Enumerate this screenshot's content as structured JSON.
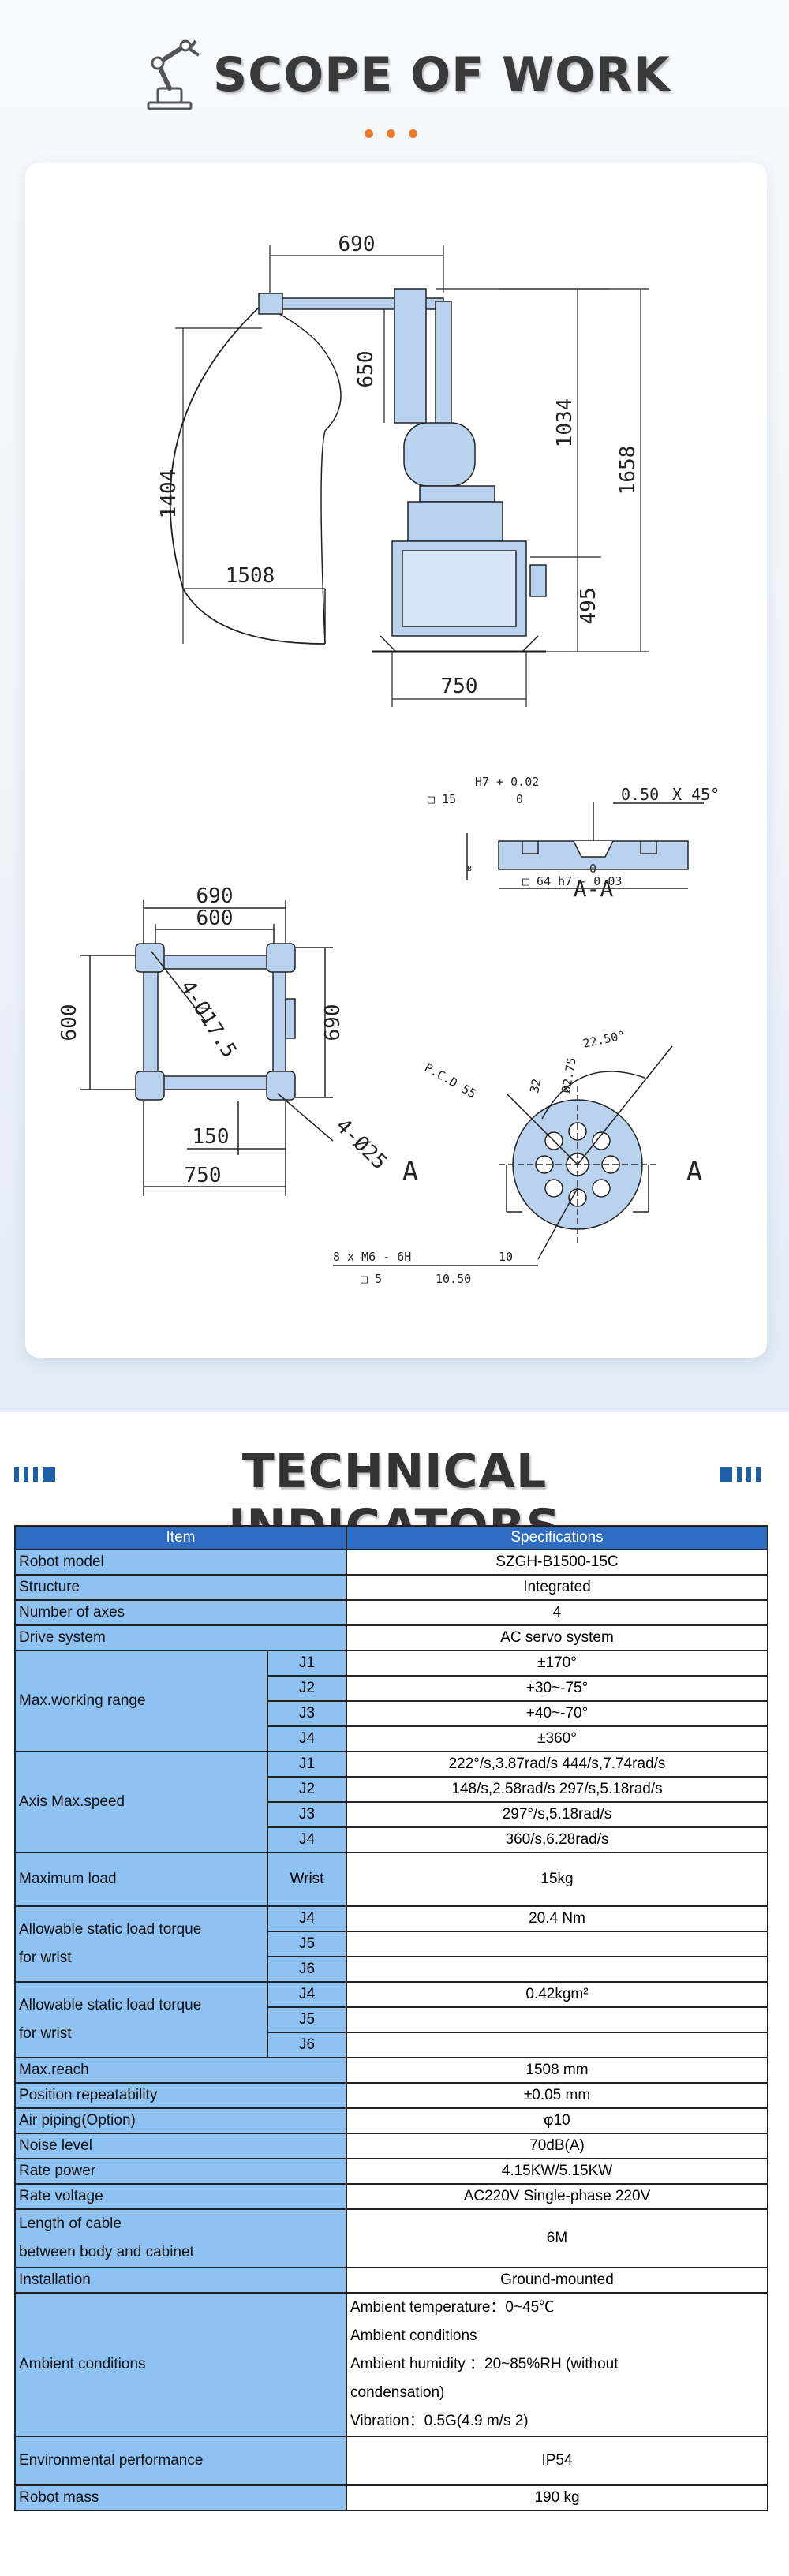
{
  "scope": {
    "title": "SCOPE OF WORK",
    "drawing": {
      "dims": {
        "reach_690": "690",
        "d650": "650",
        "d1034": "1034",
        "d1658": "1658",
        "d1404": "1404",
        "d1508": "1508",
        "d495": "495",
        "d750": "750",
        "top690": "690",
        "top600": "600",
        "side600": "600",
        "side690": "690",
        "hole175": "4-Ø17.5",
        "bot150": "150",
        "bot750": "750",
        "hole25": "4-Ø25",
        "sectionA_left": "A",
        "sectionA_right": "A",
        "h7": "H7  + 0.02",
        "sq15": "□  15",
        "zero1": "0",
        "c050": "0.50",
        "x45": "X  45°",
        "zero2": "0",
        "sq64": "□  64  h7  - 0.03",
        "section_label": "A-A",
        "angle": "22.50°",
        "pcd": "P.C.D  55",
        "r32": "32",
        "phi275": "Ø2.75",
        "m6": "8  x  M6 - 6H",
        "depth10": "10",
        "sq5": "□  5",
        "depth1050": "10.50",
        "b_mark": "B"
      }
    }
  },
  "tech": {
    "title": "TECHNICAL INDICATORS",
    "header": [
      "Item",
      "Specifications"
    ],
    "rows": {
      "model": [
        "Robot model",
        "SZGH-B1500-15C"
      ],
      "structure": [
        "Structure",
        "Integrated"
      ],
      "axes": [
        "Number of axes",
        "4"
      ],
      "drive": [
        "Drive system",
        "AC servo system"
      ],
      "range_label": "Max.working range",
      "range": [
        [
          "J1",
          "±170°"
        ],
        [
          "J2",
          "+30~-75°"
        ],
        [
          "J3",
          "+40~-70°"
        ],
        [
          "J4",
          "±360°"
        ]
      ],
      "speed_label": "Axis Max.speed",
      "speed": [
        [
          "J1",
          "222°/s,3.87rad/s 444/s,7.74rad/s"
        ],
        [
          "J2",
          "148/s,2.58rad/s 297/s,5.18rad/s"
        ],
        [
          "J3",
          "297°/s,5.18rad/s"
        ],
        [
          "J4",
          "360/s,6.28rad/s"
        ]
      ],
      "load": [
        "Maximum load",
        "Wrist",
        "15kg"
      ],
      "torque_label_1": "Allowable static load torque",
      "torque_label_2": "for wrist",
      "torque": [
        [
          "J4",
          "20.4 Nm"
        ],
        [
          "J5",
          ""
        ],
        [
          "J6",
          ""
        ]
      ],
      "inertia_label_1": "Allowable static load torque",
      "inertia_label_2": "for wrist",
      "inertia": [
        [
          "J4",
          "0.42kgm²"
        ],
        [
          "J5",
          ""
        ],
        [
          "J6",
          ""
        ]
      ],
      "reach": [
        "Max.reach",
        "1508 mm"
      ],
      "repeat": [
        "Position repeatability",
        "±0.05 mm"
      ],
      "air": [
        "Air piping(Option)",
        "φ10"
      ],
      "noise": [
        "Noise level",
        "70dB(A)"
      ],
      "power": [
        "Rate power",
        "4.15KW/5.15KW"
      ],
      "voltage": [
        "Rate voltage",
        "AC220V Single-phase 220V"
      ],
      "cable_label_1": "Length of cable",
      "cable_label_2": "between body and cabinet",
      "cable_value": "6M",
      "install": [
        "Installation",
        "Ground-mounted"
      ],
      "ambient_label": "Ambient conditions",
      "ambient": [
        "Ambient temperature：0~45℃",
        "Ambient conditions",
        "Ambient humidity ：20~85%RH (without",
        "condensation)",
        "Vibration：0.5G(4.9 m/s 2)"
      ],
      "env": [
        "Environmental performance",
        "IP54"
      ],
      "mass": [
        "Robot mass",
        "190 kg"
      ]
    }
  }
}
